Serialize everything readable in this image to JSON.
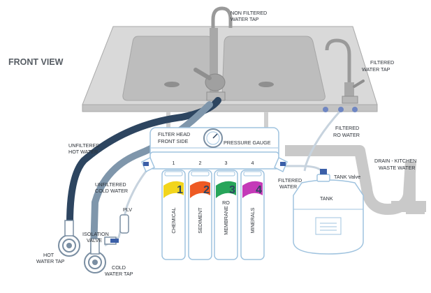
{
  "title": "FRONT VIEW",
  "labels": {
    "non_filtered_tap": [
      "NON FILTERED",
      "WATER TAP"
    ],
    "filtered_tap": [
      "FILTERED",
      "WATER TAP"
    ],
    "unfiltered_hot": [
      "UNFILTERED",
      "HOT WATER"
    ],
    "unfiltered_cold": [
      "UNFILTERED",
      "COLD WATER"
    ],
    "filter_head": [
      "FILTER HEAD",
      "FRONT SIDE"
    ],
    "pressure_gauge": "PRESSURE GAUGE",
    "filtered_ro": [
      "FILTERED",
      "RO WATER"
    ],
    "drain": [
      "DRAIN  - KITCHEN",
      "WASTE WATER"
    ],
    "tank_valve": "TANK Valve",
    "filtered_water": [
      "FILTERED",
      "WATER"
    ],
    "tank": "TANK",
    "plv": "PLV",
    "isolation_valve": [
      "ISOLATION",
      "VALVE"
    ],
    "hot_tap": [
      "HOT",
      "WATER TAP"
    ],
    "cold_tap": [
      "COLD",
      "WATER TAP"
    ]
  },
  "cartridges": [
    {
      "number": "1",
      "head_number": "1",
      "name": "CHEMICAL",
      "color": "#f2d51c"
    },
    {
      "number": "2",
      "head_number": "2",
      "name": "SEDIMENT",
      "color": "#ee5a24"
    },
    {
      "number": "3",
      "head_number": "3",
      "name": "MEMBRANE",
      "color": "#27a55a",
      "extra": "RO"
    },
    {
      "number": "4",
      "head_number": "4",
      "name": "MINERALS",
      "color": "#c43ab8"
    }
  ],
  "colors": {
    "outline": "#9fc3df",
    "fill": "#ffffff",
    "navy": "#2d4560",
    "gray_pipe": "#7f96ab",
    "sink": "#d5d5d5",
    "basin": "#b8b8b8",
    "text": "#2a2f36"
  }
}
